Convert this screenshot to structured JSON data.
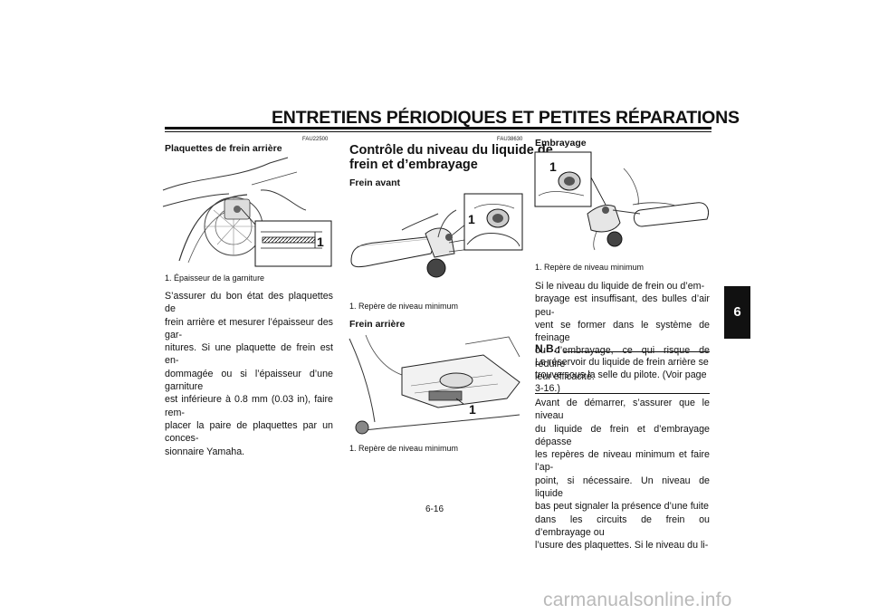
{
  "header": {
    "title": "ENTRETIENS PÉRIODIQUES ET PETITES RÉPARATIONS"
  },
  "col1": {
    "code": "FAU22500",
    "heading": "Plaquettes de frein arrière",
    "figure_callout": "1",
    "caption": "1.  Épaisseur de la garniture",
    "lines": [
      "S’assurer du bon état des plaquettes de",
      "frein arrière et mesurer l’épaisseur des gar-",
      "nitures. Si une plaquette de frein est en-",
      "dommagée ou si l’épaisseur d’une garniture",
      "est inférieure à 0.8 mm (0.03 in), faire rem-",
      "placer la paire de plaquettes par un conces-",
      "sionnaire Yamaha."
    ]
  },
  "col2": {
    "code": "FAU38630",
    "heading_line1": "Contrôle du niveau du liquide de",
    "heading_line2": "frein et d’embrayage",
    "sub1": "Frein avant",
    "fig1_callout": "1",
    "caption1": "1.  Repère de niveau minimum",
    "sub2": "Frein arrière",
    "fig2_callout": "1",
    "caption2": "1.  Repère de niveau minimum"
  },
  "col3": {
    "sub": "Embrayage",
    "fig_callout": "1",
    "caption": "1.  Repère de niveau minimum",
    "lines1": [
      "Si le niveau du liquide de frein ou d’em-",
      "brayage est insuffisant, des bulles d’air peu-",
      "vent se former dans le système de freinage",
      "ou d’embrayage, ce qui risque de réduire",
      "leur efficacité."
    ],
    "nb_label": "N.B.:",
    "nb_lines": [
      "Le réservoir du liquide de frein arrière se",
      "trouve sous la selle du pilote. (Voir page",
      "3-16.)"
    ],
    "lines2": [
      "Avant de démarrer, s’assurer que le niveau",
      "du liquide de frein et d’embrayage dépasse",
      "les repères de niveau minimum et faire l’ap-",
      "point, si nécessaire. Un niveau de liquide",
      "bas peut signaler la présence d’une fuite",
      "dans les circuits de frein ou d’embrayage ou",
      "l’usure des plaquettes. Si le niveau du li-"
    ]
  },
  "chapter_tab": "6",
  "page_number": "6-16",
  "watermark": "carmanualsonline.info"
}
